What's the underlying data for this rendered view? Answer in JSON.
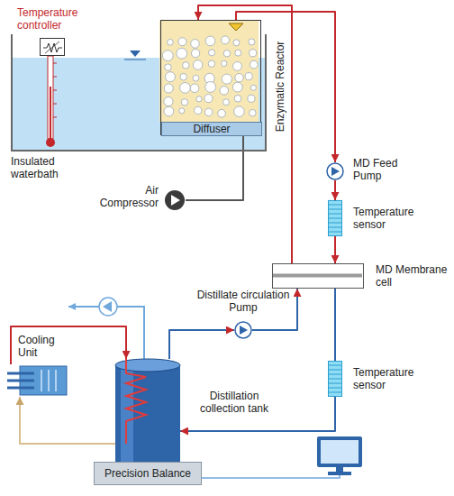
{
  "diagram": {
    "nodes": [
      {
        "text": [
          "Insulated waterbath"
        ]
      },
      {
        "text": [
          "Temperature controller"
        ],
        "in": 0
      },
      {
        "text": [
          "Enzymatic Reactor"
        ],
        "in": 0
      },
      {
        "text": [
          "Diffuser"
        ],
        "in": 2
      },
      {
        "text": [
          "Air Compressor"
        ]
      },
      {
        "text": [
          "MD Feed Pump"
        ]
      },
      {
        "text": [
          "Temperature sensor"
        ]
      },
      {
        "text": [
          "MD Membrane cell"
        ]
      },
      {
        "text": [
          "Distillate circulation Pump"
        ]
      },
      {
        "text": [
          "Temperature sensor"
        ]
      },
      {
        "text": [
          "Cooling Unit"
        ]
      },
      {
        "text": [
          "Distillation collection tank"
        ]
      },
      {
        "text": [
          "Precision Balance"
        ]
      }
    ],
    "edges": [
      {
        "from": 2,
        "to": 5,
        "arrow": "to"
      },
      {
        "from": 5,
        "to": 6,
        "arrow": "to"
      },
      {
        "from": 6,
        "to": 7,
        "arrow": "to"
      },
      {
        "from": 7,
        "to": 2,
        "arrow": "to"
      },
      {
        "from": 7,
        "to": 9,
        "arrow": "none"
      },
      {
        "from": 9,
        "to": 11,
        "arrow": "to"
      },
      {
        "from": 11,
        "to": 8,
        "arrow": "to"
      },
      {
        "from": 8,
        "to": 7,
        "arrow": "to"
      },
      {
        "from": 10,
        "to": 11,
        "arrow": "to"
      },
      {
        "from": 11,
        "to": 10,
        "arrow": "to"
      },
      {
        "from": 4,
        "to": 3,
        "arrow": "none"
      }
    ]
  }
}
